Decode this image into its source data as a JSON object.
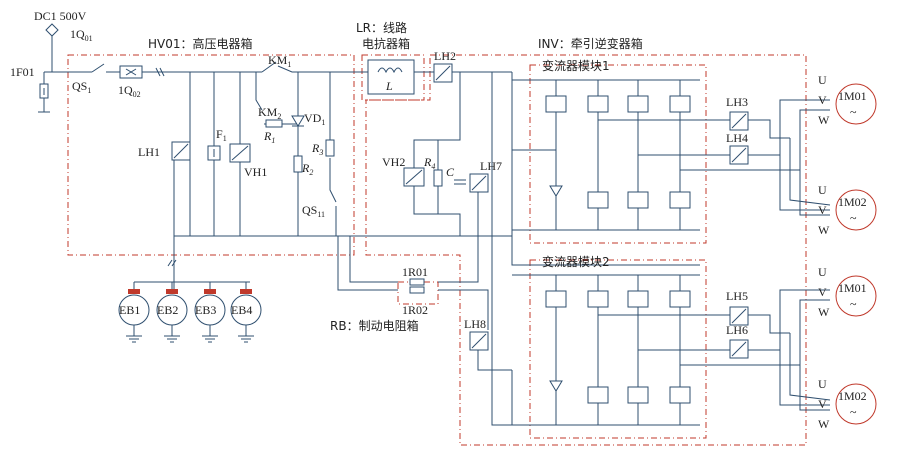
{
  "labels": {
    "dc": "DC1 500V",
    "q01": "1Q",
    "q01_sub": "01",
    "f01": "1F01",
    "qs1": "QS",
    "qs1_sub": "1",
    "q02": "1Q",
    "q02_sub": "02",
    "hv01": "HV01：高压电器箱",
    "lr1": "LR：线路",
    "lr2": "电抗器箱",
    "inv": "INV：牵引逆变器箱",
    "km1": "KM",
    "km1_sub": "1",
    "km2": "KM",
    "km2_sub": "2",
    "vd1": "VD",
    "vd1_sub": "1",
    "r1": "R",
    "r1_sub": "1",
    "r2": "R",
    "r2_sub": "2",
    "r3": "R",
    "r3_sub": "3",
    "r4": "R",
    "r4_sub": "4",
    "f1": "F",
    "f1_sub": "1",
    "lh1": "LH1",
    "vh1": "VH1",
    "qs11": "QS",
    "qs11_sub": "11",
    "L": "L",
    "lh2": "LH2",
    "vh2": "VH2",
    "C": "C",
    "lh7": "LH7",
    "lh8": "LH8",
    "conv1": "变流器模块1",
    "conv2": "变流器模块2",
    "lh3": "LH3",
    "lh4": "LH4",
    "lh5": "LH5",
    "lh6": "LH6",
    "r01": "1R01",
    "r02": "1R02",
    "rb": "RB：制动电阻箱",
    "eb": [
      "EB1",
      "EB2",
      "EB3",
      "EB4"
    ],
    "motors": [
      "1M01",
      "1M02",
      "1M01",
      "1M02"
    ],
    "phase_u": "U",
    "phase_v": "V",
    "phase_w": "W",
    "tilde": "~"
  }
}
